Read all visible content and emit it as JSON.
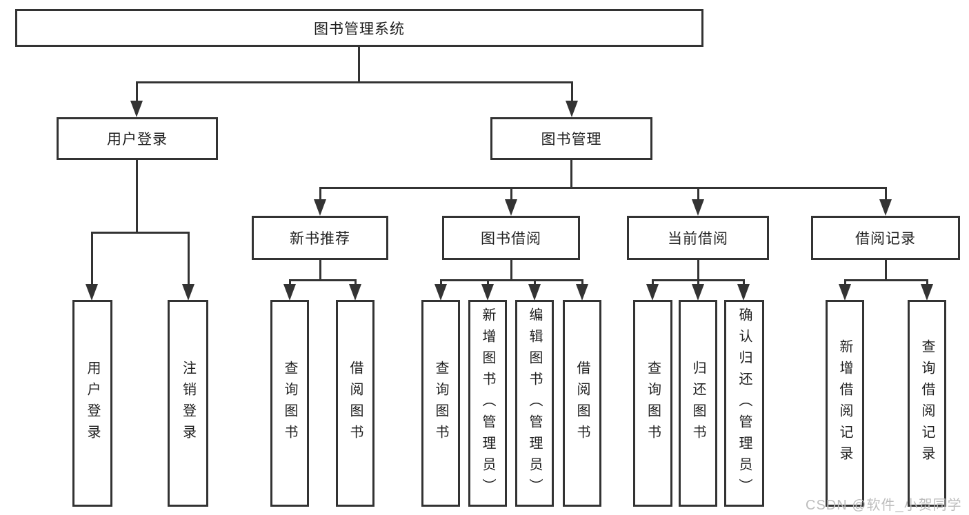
{
  "diagram": {
    "root": {
      "label": "图书管理系统"
    },
    "branches": [
      {
        "label": "用户登录",
        "children": [
          {
            "label": "用户登录"
          },
          {
            "label": "注销登录"
          }
        ]
      },
      {
        "label": "图书管理",
        "children": [
          {
            "label": "新书推荐",
            "children": [
              {
                "label": "查询图书"
              },
              {
                "label": "借阅图书"
              }
            ]
          },
          {
            "label": "图书借阅",
            "children": [
              {
                "label": "查询图书"
              },
              {
                "label": "新增图书（管理员）"
              },
              {
                "label": "编辑图书（管理员）"
              },
              {
                "label": "借阅图书"
              }
            ]
          },
          {
            "label": "当前借阅",
            "children": [
              {
                "label": "查询图书"
              },
              {
                "label": "归还图书"
              },
              {
                "label": "确认归还（管理员）"
              }
            ]
          },
          {
            "label": "借阅记录",
            "children": [
              {
                "label": "新增借阅记录"
              },
              {
                "label": "查询借阅记录"
              }
            ]
          }
        ]
      }
    ]
  },
  "watermark": "CSDN @软件_小贺同学",
  "colors": {
    "line": "#333333",
    "text": "#1f1f1f",
    "watermark": "#bdbdbd",
    "background": "#ffffff"
  }
}
